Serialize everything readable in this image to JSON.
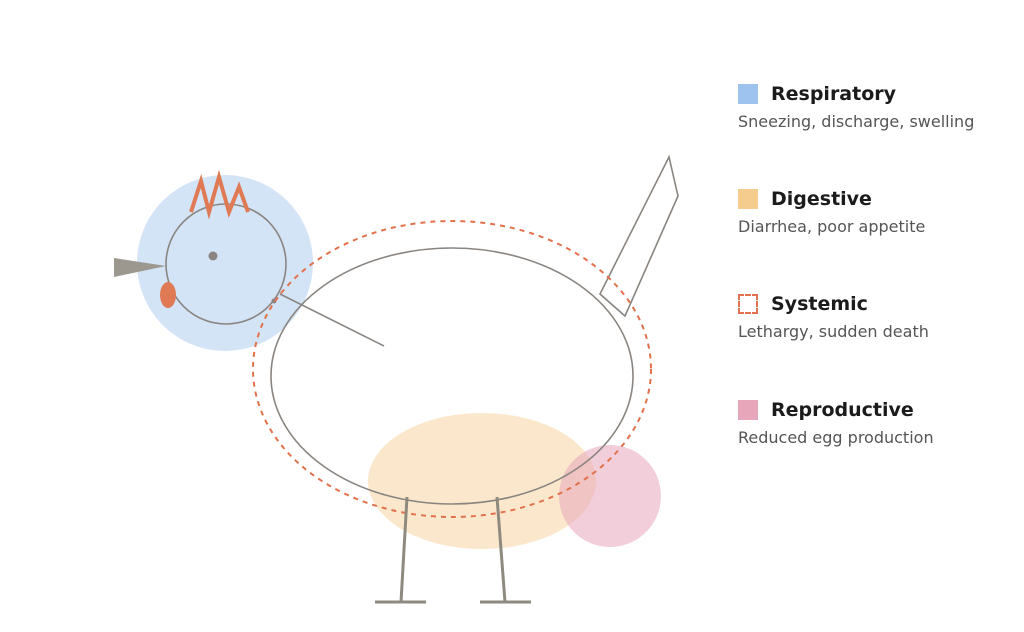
{
  "colors": {
    "respiratory": "#9dc3ee",
    "digestive": "#f6cc8e",
    "systemic": "#e2714c",
    "reproductive": "#e8a6bb",
    "outline": "#8a8580",
    "comb": "#e07a55",
    "beak": "#9c9890",
    "legs": "#8f8a80"
  },
  "legend": [
    {
      "key": "respiratory",
      "title": "Respiratory",
      "description": "Sneezing, discharge, swelling",
      "style": "filled"
    },
    {
      "key": "digestive",
      "title": "Digestive",
      "description": "Diarrhea, poor appetite",
      "style": "filled"
    },
    {
      "key": "systemic",
      "title": "Systemic",
      "description": "Lethargy, sudden death",
      "style": "dashed"
    },
    {
      "key": "reproductive",
      "title": "Reproductive",
      "description": "Reduced egg production",
      "style": "filled"
    }
  ]
}
